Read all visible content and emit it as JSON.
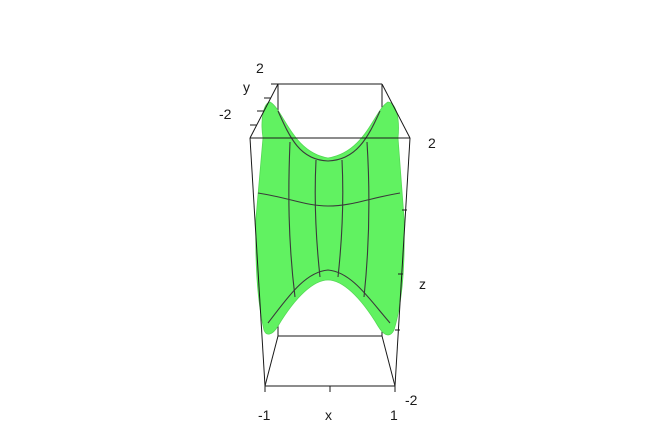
{
  "chart_data": {
    "type": "surface3d",
    "surface": "saddle",
    "x_range": [
      -1,
      1
    ],
    "y_range": [
      -2,
      2
    ],
    "z_range": [
      -2,
      2
    ],
    "x_label": "x",
    "y_label": "y",
    "z_label": "z",
    "x_ticks": [
      "-1",
      "1"
    ],
    "y_ticks": [
      "-2",
      "2"
    ],
    "z_ticks": [
      "-2",
      "2"
    ],
    "surface_color": "#61f261",
    "mesh_color": "#3a3a3a",
    "box_color": "#1a1a1a",
    "grid": false
  }
}
